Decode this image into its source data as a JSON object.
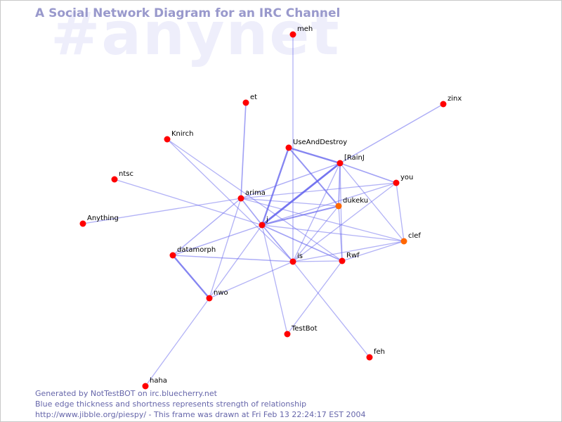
{
  "watermark": "#anynet",
  "title": "A Social Network Diagram for an IRC Channel",
  "footer": {
    "line1": "Generated by NotTestBOT on irc.bluecherry.net",
    "line2": "Blue edge thickness and shortness represents strength of relationship",
    "line3": "http://www.jibble.org/piespy/ - This frame was drawn at Fri Feb 13 22:24:17 EST 2004"
  },
  "colors": {
    "node_default": "#ff0000",
    "node_active": "#ff6600",
    "edge": "#6666ee"
  },
  "nodes": [
    {
      "id": "meh",
      "label": "meh",
      "active": false
    },
    {
      "id": "et",
      "label": "et",
      "active": false
    },
    {
      "id": "zinx",
      "label": "zinx",
      "active": false
    },
    {
      "id": "Knirch",
      "label": "Knirch",
      "active": false
    },
    {
      "id": "UseAndDestroy",
      "label": "UseAndDestroy",
      "active": false
    },
    {
      "id": "RainJ",
      "label": "[RainJ",
      "active": false
    },
    {
      "id": "ntsc",
      "label": "ntsc",
      "active": false
    },
    {
      "id": "you",
      "label": "you",
      "active": false
    },
    {
      "id": "arima",
      "label": "arima",
      "active": false
    },
    {
      "id": "dukeku",
      "label": "dukeku",
      "active": true
    },
    {
      "id": "Anything",
      "label": "Anything",
      "active": false
    },
    {
      "id": "j",
      "label": "j",
      "active": false
    },
    {
      "id": "clef",
      "label": "clef",
      "active": true
    },
    {
      "id": "datamorph",
      "label": "datamorph",
      "active": false
    },
    {
      "id": "is",
      "label": "is",
      "active": false
    },
    {
      "id": "Rwf",
      "label": "Rwf",
      "active": false
    },
    {
      "id": "nwo",
      "label": "nwo",
      "active": false
    },
    {
      "id": "TestBot",
      "label": "TestBot",
      "active": false
    },
    {
      "id": "feh",
      "label": "feh",
      "active": false
    },
    {
      "id": "haha",
      "label": "haha",
      "active": false
    }
  ],
  "edges": [
    {
      "a": "j",
      "b": "RainJ",
      "strength": 3
    },
    {
      "a": "j",
      "b": "UseAndDestroy",
      "strength": 2.5
    },
    {
      "a": "UseAndDestroy",
      "b": "RainJ",
      "strength": 2.5
    },
    {
      "a": "UseAndDestroy",
      "b": "dukeku",
      "strength": 2
    },
    {
      "a": "j",
      "b": "dukeku",
      "strength": 2
    },
    {
      "a": "datamorph",
      "b": "nwo",
      "strength": 2.5
    },
    {
      "a": "RainJ",
      "b": "dukeku",
      "strength": 1.5
    },
    {
      "a": "RainJ",
      "b": "you",
      "strength": 1.5
    },
    {
      "a": "j",
      "b": "arima",
      "strength": 1.5
    },
    {
      "a": "et",
      "b": "arima",
      "strength": 1.5
    },
    {
      "a": "meh",
      "b": "is",
      "strength": 1
    },
    {
      "a": "zinx",
      "b": "RainJ",
      "strength": 1.2
    },
    {
      "a": "Knirch",
      "b": "is",
      "strength": 1
    },
    {
      "a": "ntsc",
      "b": "j",
      "strength": 1
    },
    {
      "a": "Anything",
      "b": "arima",
      "strength": 1
    },
    {
      "a": "arima",
      "b": "RainJ",
      "strength": 1.2
    },
    {
      "a": "arima",
      "b": "you",
      "strength": 1
    },
    {
      "a": "arima",
      "b": "nwo",
      "strength": 1
    },
    {
      "a": "arima",
      "b": "dukeku",
      "strength": 1
    },
    {
      "a": "arima",
      "b": "datamorph",
      "strength": 1.2
    },
    {
      "a": "arima",
      "b": "clef",
      "strength": 1
    },
    {
      "a": "j",
      "b": "is",
      "strength": 1.5
    },
    {
      "a": "j",
      "b": "Rwf",
      "strength": 1.5
    },
    {
      "a": "j",
      "b": "clef",
      "strength": 1
    },
    {
      "a": "j",
      "b": "datamorph",
      "strength": 1.2
    },
    {
      "a": "j",
      "b": "TestBot",
      "strength": 1
    },
    {
      "a": "j",
      "b": "you",
      "strength": 1
    },
    {
      "a": "j",
      "b": "nwo",
      "strength": 1
    },
    {
      "a": "is",
      "b": "datamorph",
      "strength": 1.2
    },
    {
      "a": "is",
      "b": "Rwf",
      "strength": 1
    },
    {
      "a": "is",
      "b": "clef",
      "strength": 1
    },
    {
      "a": "is",
      "b": "feh",
      "strength": 1
    },
    {
      "a": "is",
      "b": "nwo",
      "strength": 1
    },
    {
      "a": "is",
      "b": "dukeku",
      "strength": 1
    },
    {
      "a": "is",
      "b": "you",
      "strength": 1
    },
    {
      "a": "RainJ",
      "b": "clef",
      "strength": 1
    },
    {
      "a": "RainJ",
      "b": "Rwf",
      "strength": 1
    },
    {
      "a": "RainJ",
      "b": "is",
      "strength": 1
    },
    {
      "a": "you",
      "b": "clef",
      "strength": 1
    },
    {
      "a": "dukeku",
      "b": "Rwf",
      "strength": 1
    },
    {
      "a": "clef",
      "b": "Rwf",
      "strength": 1
    },
    {
      "a": "Rwf",
      "b": "TestBot",
      "strength": 1
    },
    {
      "a": "haha",
      "b": "nwo",
      "strength": 1
    },
    {
      "a": "Knirch",
      "b": "Rwf",
      "strength": 1
    }
  ]
}
